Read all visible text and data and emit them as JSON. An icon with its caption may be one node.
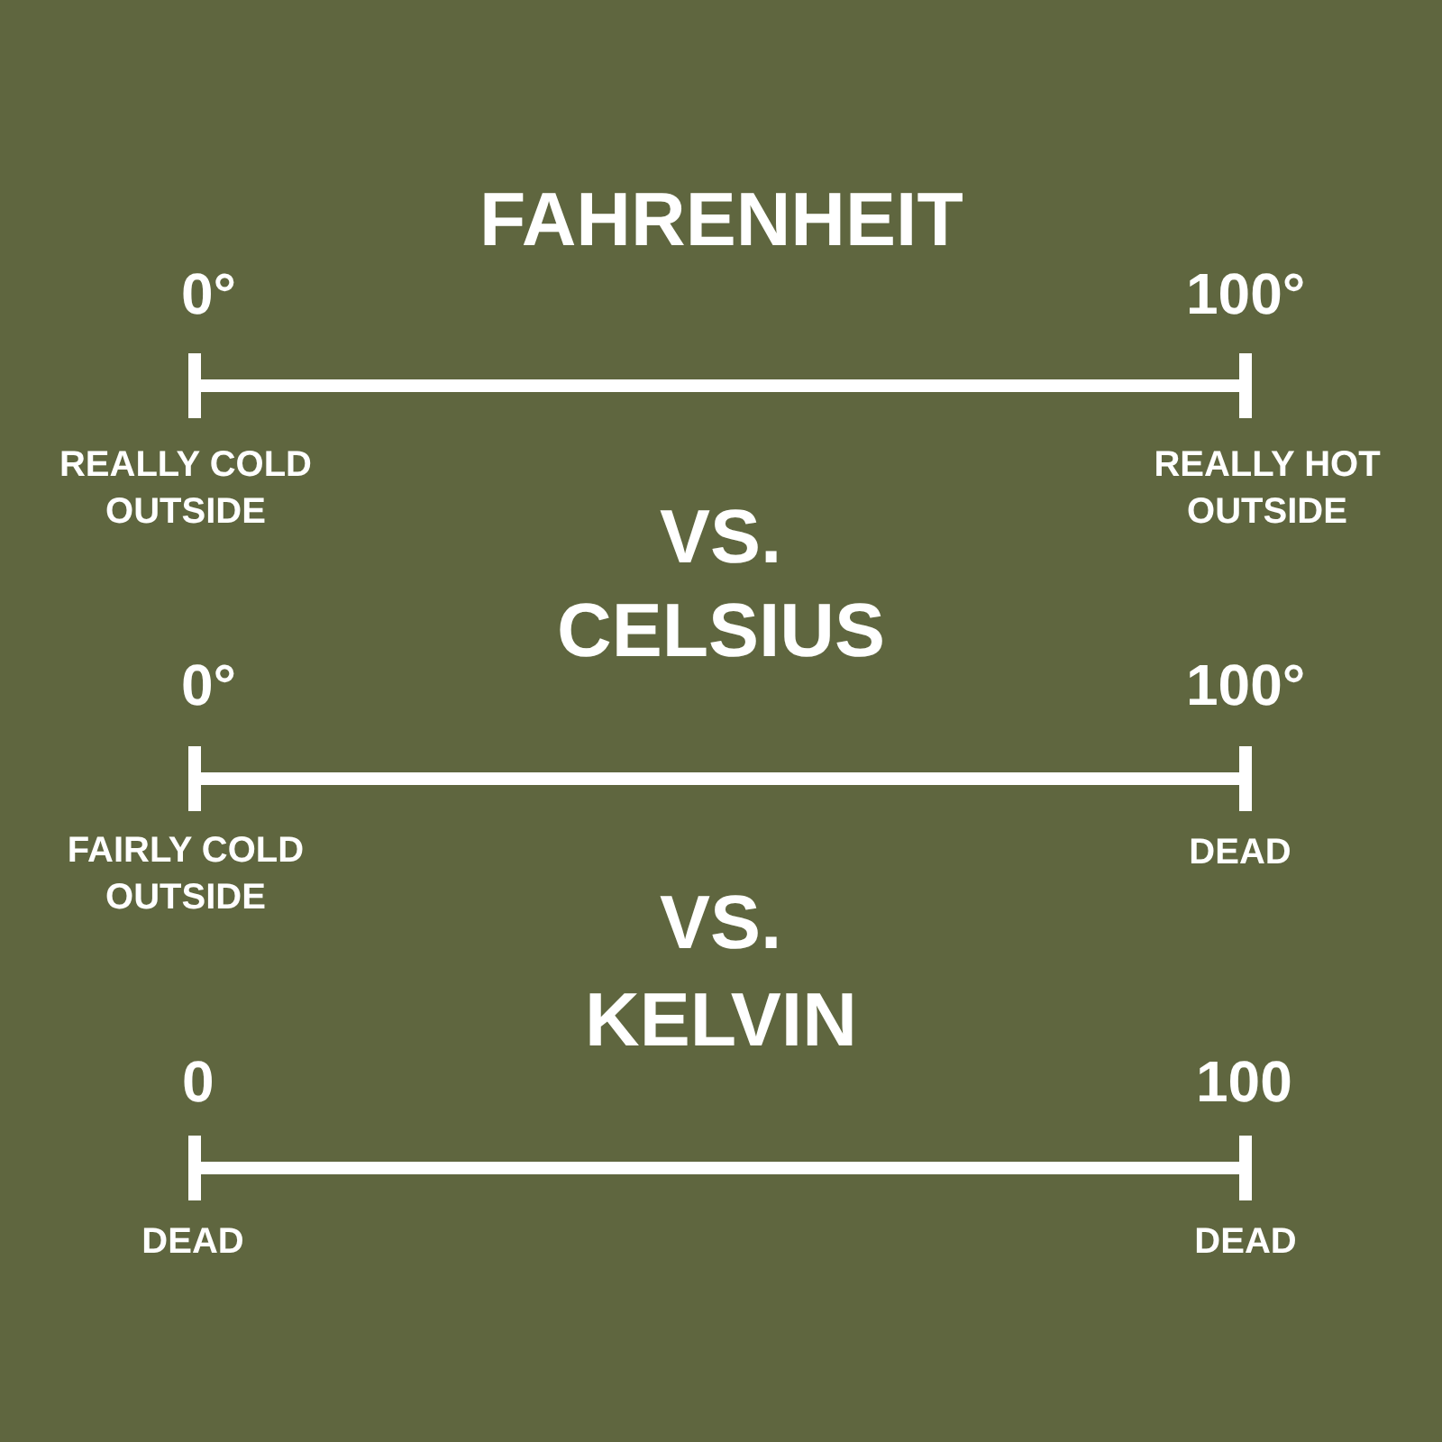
{
  "diagram": {
    "labels": [
      "FAHRENHEIT",
      "0°",
      "100°",
      "REALLY COLD OUTSIDE",
      "REALLY HOT OUTSIDE",
      "VS.",
      "CELSIUS",
      "0°",
      "100°",
      "FAIRLY COLD OUTSIDE",
      "DEAD",
      "VS.",
      "KELVIN",
      "0",
      "100",
      "DEAD",
      "DEAD"
    ]
  }
}
